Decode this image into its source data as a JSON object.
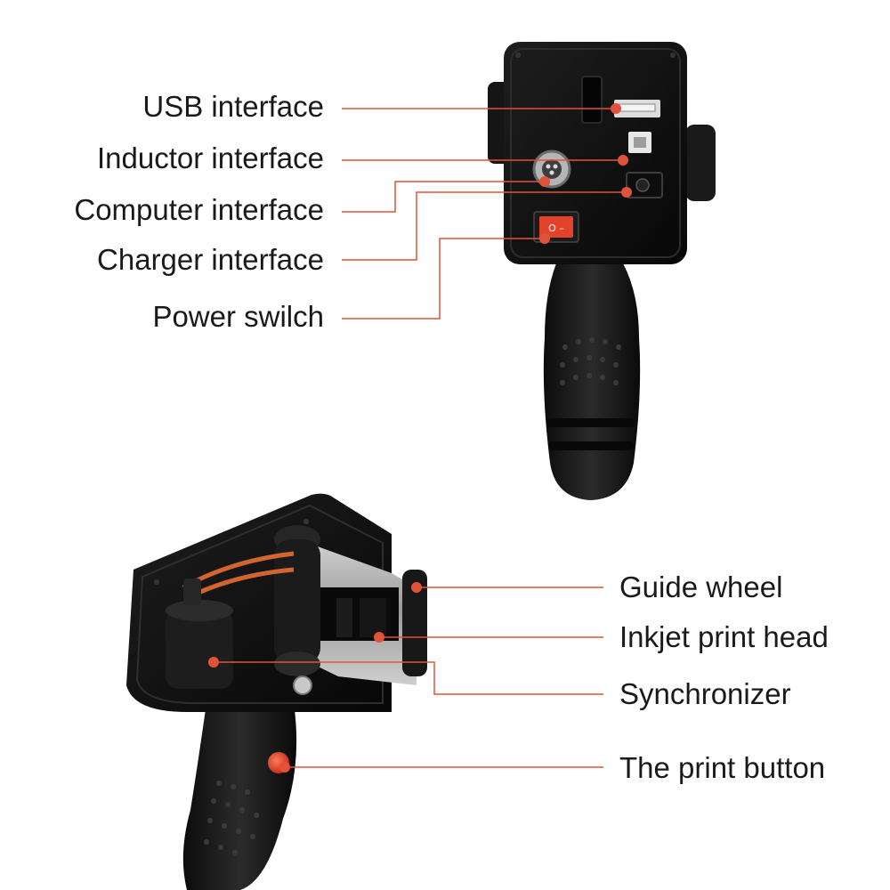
{
  "accent_color": "#e0523a",
  "top_view": {
    "labels": [
      {
        "id": "usb",
        "text": "USB interface"
      },
      {
        "id": "inductor",
        "text": "Inductor interface"
      },
      {
        "id": "computer",
        "text": "Computer interface"
      },
      {
        "id": "charger",
        "text": "Charger interface"
      },
      {
        "id": "power",
        "text": "Power swilch"
      }
    ],
    "switch_symbols": "O  –"
  },
  "bottom_view": {
    "labels": [
      {
        "id": "guide",
        "text": "Guide wheel"
      },
      {
        "id": "inkjet",
        "text": "Inkjet print head"
      },
      {
        "id": "sync",
        "text": "Synchronizer"
      },
      {
        "id": "print",
        "text": "The print button"
      }
    ]
  }
}
